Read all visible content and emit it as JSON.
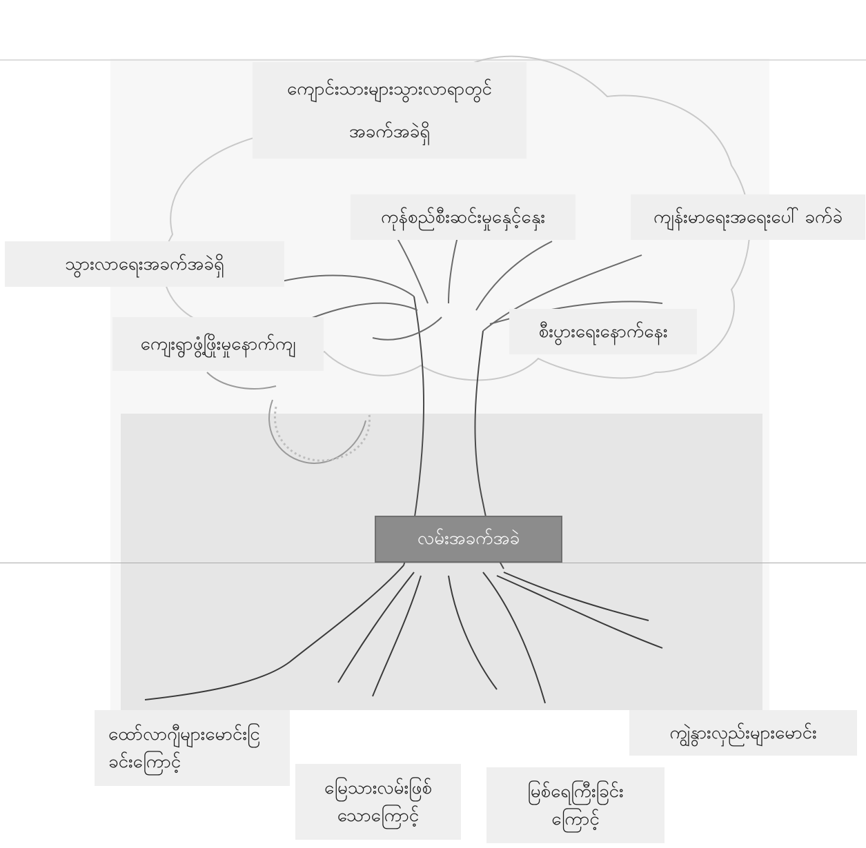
{
  "diagram": {
    "trunk": {
      "text": "လမ်းအခက်အခဲ"
    },
    "branches": [
      {
        "id": "school",
        "lines": [
          "ကျောင်းသားများသွားလာရာတွင်",
          "အခက်အခဲရှိ"
        ]
      },
      {
        "id": "goods",
        "lines": [
          "ကုန်စည်စီးဆင်းမှုနှေင့်နှေး"
        ]
      },
      {
        "id": "health",
        "lines": [
          "ကျန်းမာရေးအရေးပေါ် ခက်ခဲ"
        ]
      },
      {
        "id": "travel",
        "lines": [
          "သွားလာရေးအခက်အခဲရှိ"
        ]
      },
      {
        "id": "village",
        "lines": [
          "ကျေးရွာဖွံ့ဖြိုးမှုနောက်ကျ"
        ]
      },
      {
        "id": "economy",
        "lines": [
          "စီးပွားရေးနောက်နေး"
        ]
      }
    ],
    "roots": [
      {
        "id": "contractors",
        "lines": [
          "ထော်လာဂျီများမောင်းငြ",
          "ခင်းကြောင့်"
        ]
      },
      {
        "id": "vehicles",
        "lines": [
          "ကျွဲနွားလှည်းများမောင်း"
        ]
      },
      {
        "id": "clay",
        "lines": [
          "မြေသားလမ်းဖြစ်",
          "သောကြောင့်"
        ]
      },
      {
        "id": "rain",
        "lines": [
          "မြစ်ရေကြီးခြင်း",
          "ကြောင့်"
        ]
      }
    ]
  }
}
